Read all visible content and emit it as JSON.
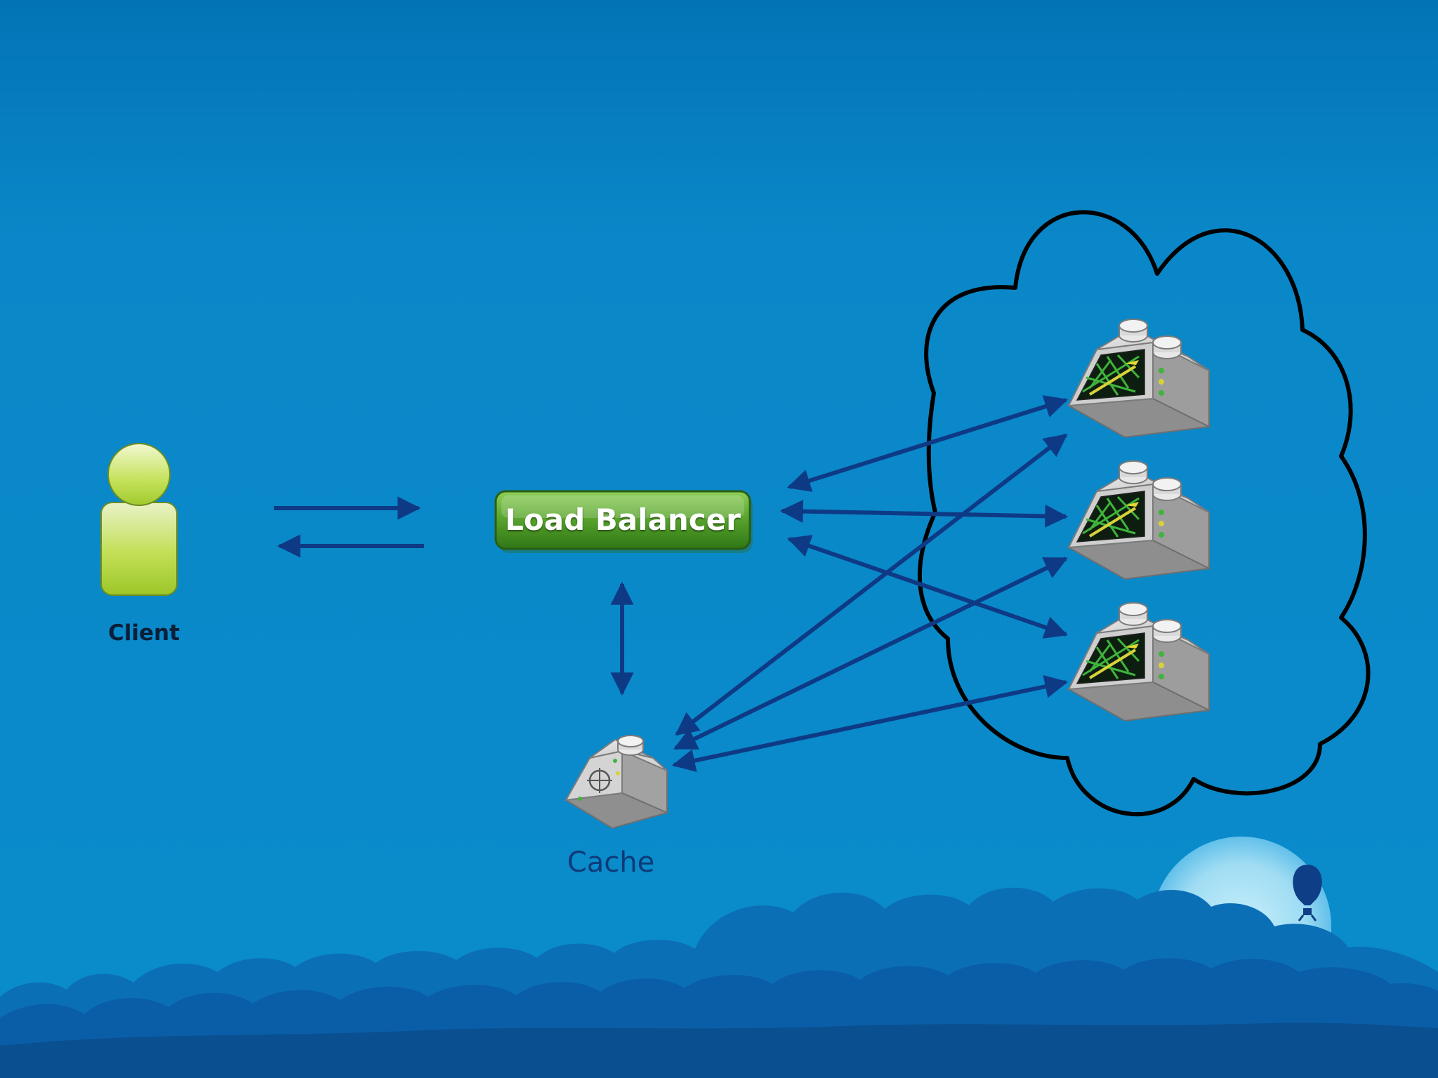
{
  "diagram": {
    "nodes": {
      "client": {
        "label": "Client",
        "icon": "person-icon"
      },
      "load_balancer": {
        "label": "Load Balancer",
        "icon": "green-button"
      },
      "cache": {
        "label": "Cache",
        "icon": "cache-brick-icon"
      },
      "servers": [
        {
          "icon": "server-brick-icon"
        },
        {
          "icon": "server-brick-icon"
        },
        {
          "icon": "server-brick-icon"
        }
      ],
      "cloud": {
        "icon": "cloud-outline"
      }
    },
    "colors": {
      "background_top": "#0278bb",
      "background_mid": "#0a8ccb",
      "arrow": "#0e3a85",
      "lb_green_top": "#7cc24a",
      "lb_green_bottom": "#3d8a1e",
      "client_green": "#b4dc3c",
      "cloud_outline": "#000000",
      "moon": "#aee3f5",
      "cloud_bank": "#0d4f8c"
    }
  }
}
